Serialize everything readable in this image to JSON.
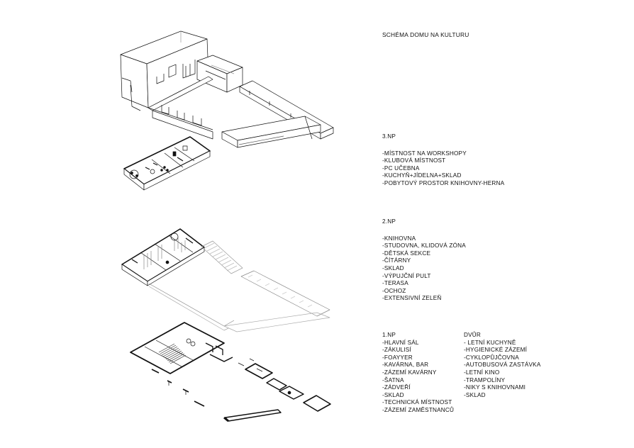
{
  "title": "SCHÉMA DOMU NA KULTURU",
  "levels": {
    "np3": {
      "heading": "3.NP",
      "items": [
        "-MÍSTNOST NA WORKSHOPY",
        "-KLUBOVÁ MÍSTNOST",
        "-PC UČEBNA",
        "-KUCHYŇ+JÍDELNA+SKLAD",
        "-POBYTOVÝ PROSTOR KNIHOVNY-HERNA"
      ]
    },
    "np2": {
      "heading": "2.NP",
      "items": [
        "-KNIHOVNA",
        "-STUDOVNA, KLIDOVÁ ZÓNA",
        "-DĚTSKÁ SEKCE",
        "-ČÍTÁRNY",
        "-SKLAD",
        "-VÝPUJČNÍ PULT",
        "-TERASA",
        "-OCHOZ",
        "-EXTENSIVNÍ ZELEŇ"
      ]
    },
    "np1": {
      "heading": "1.NP",
      "items": [
        "-HLAVNÍ SÁL",
        "-ZÁKULISÍ",
        "-FOAYYER",
        "-KAVÁRNA, BAR",
        "-ZÁZEMÍ KAVÁRNY",
        "-ŠATNA",
        "-ZÁDVEŘÍ",
        "-SKLAD",
        "-TECHNICKÁ MÍSTNOST",
        "-ZÁZEMÍ ZAMĚSTNANCŮ"
      ]
    },
    "dvur": {
      "heading": "DVŮR",
      "items": [
        "- LETNÍ KUCHYNĚ",
        "-HYGIENICKÉ ZÁZEMÍ",
        "-CYKLOPŮJČOVNA",
        "-AUTOBUSOVÁ ZASTÁVKA",
        "-LETNÍ KINO",
        "-TRAMPOLÍNY",
        "-NIKY S KNIHOVNAMI",
        "-SKLAD"
      ]
    }
  },
  "colors": {
    "ink": "#111111",
    "light": "#9a9a9a",
    "paper": "#ffffff"
  }
}
